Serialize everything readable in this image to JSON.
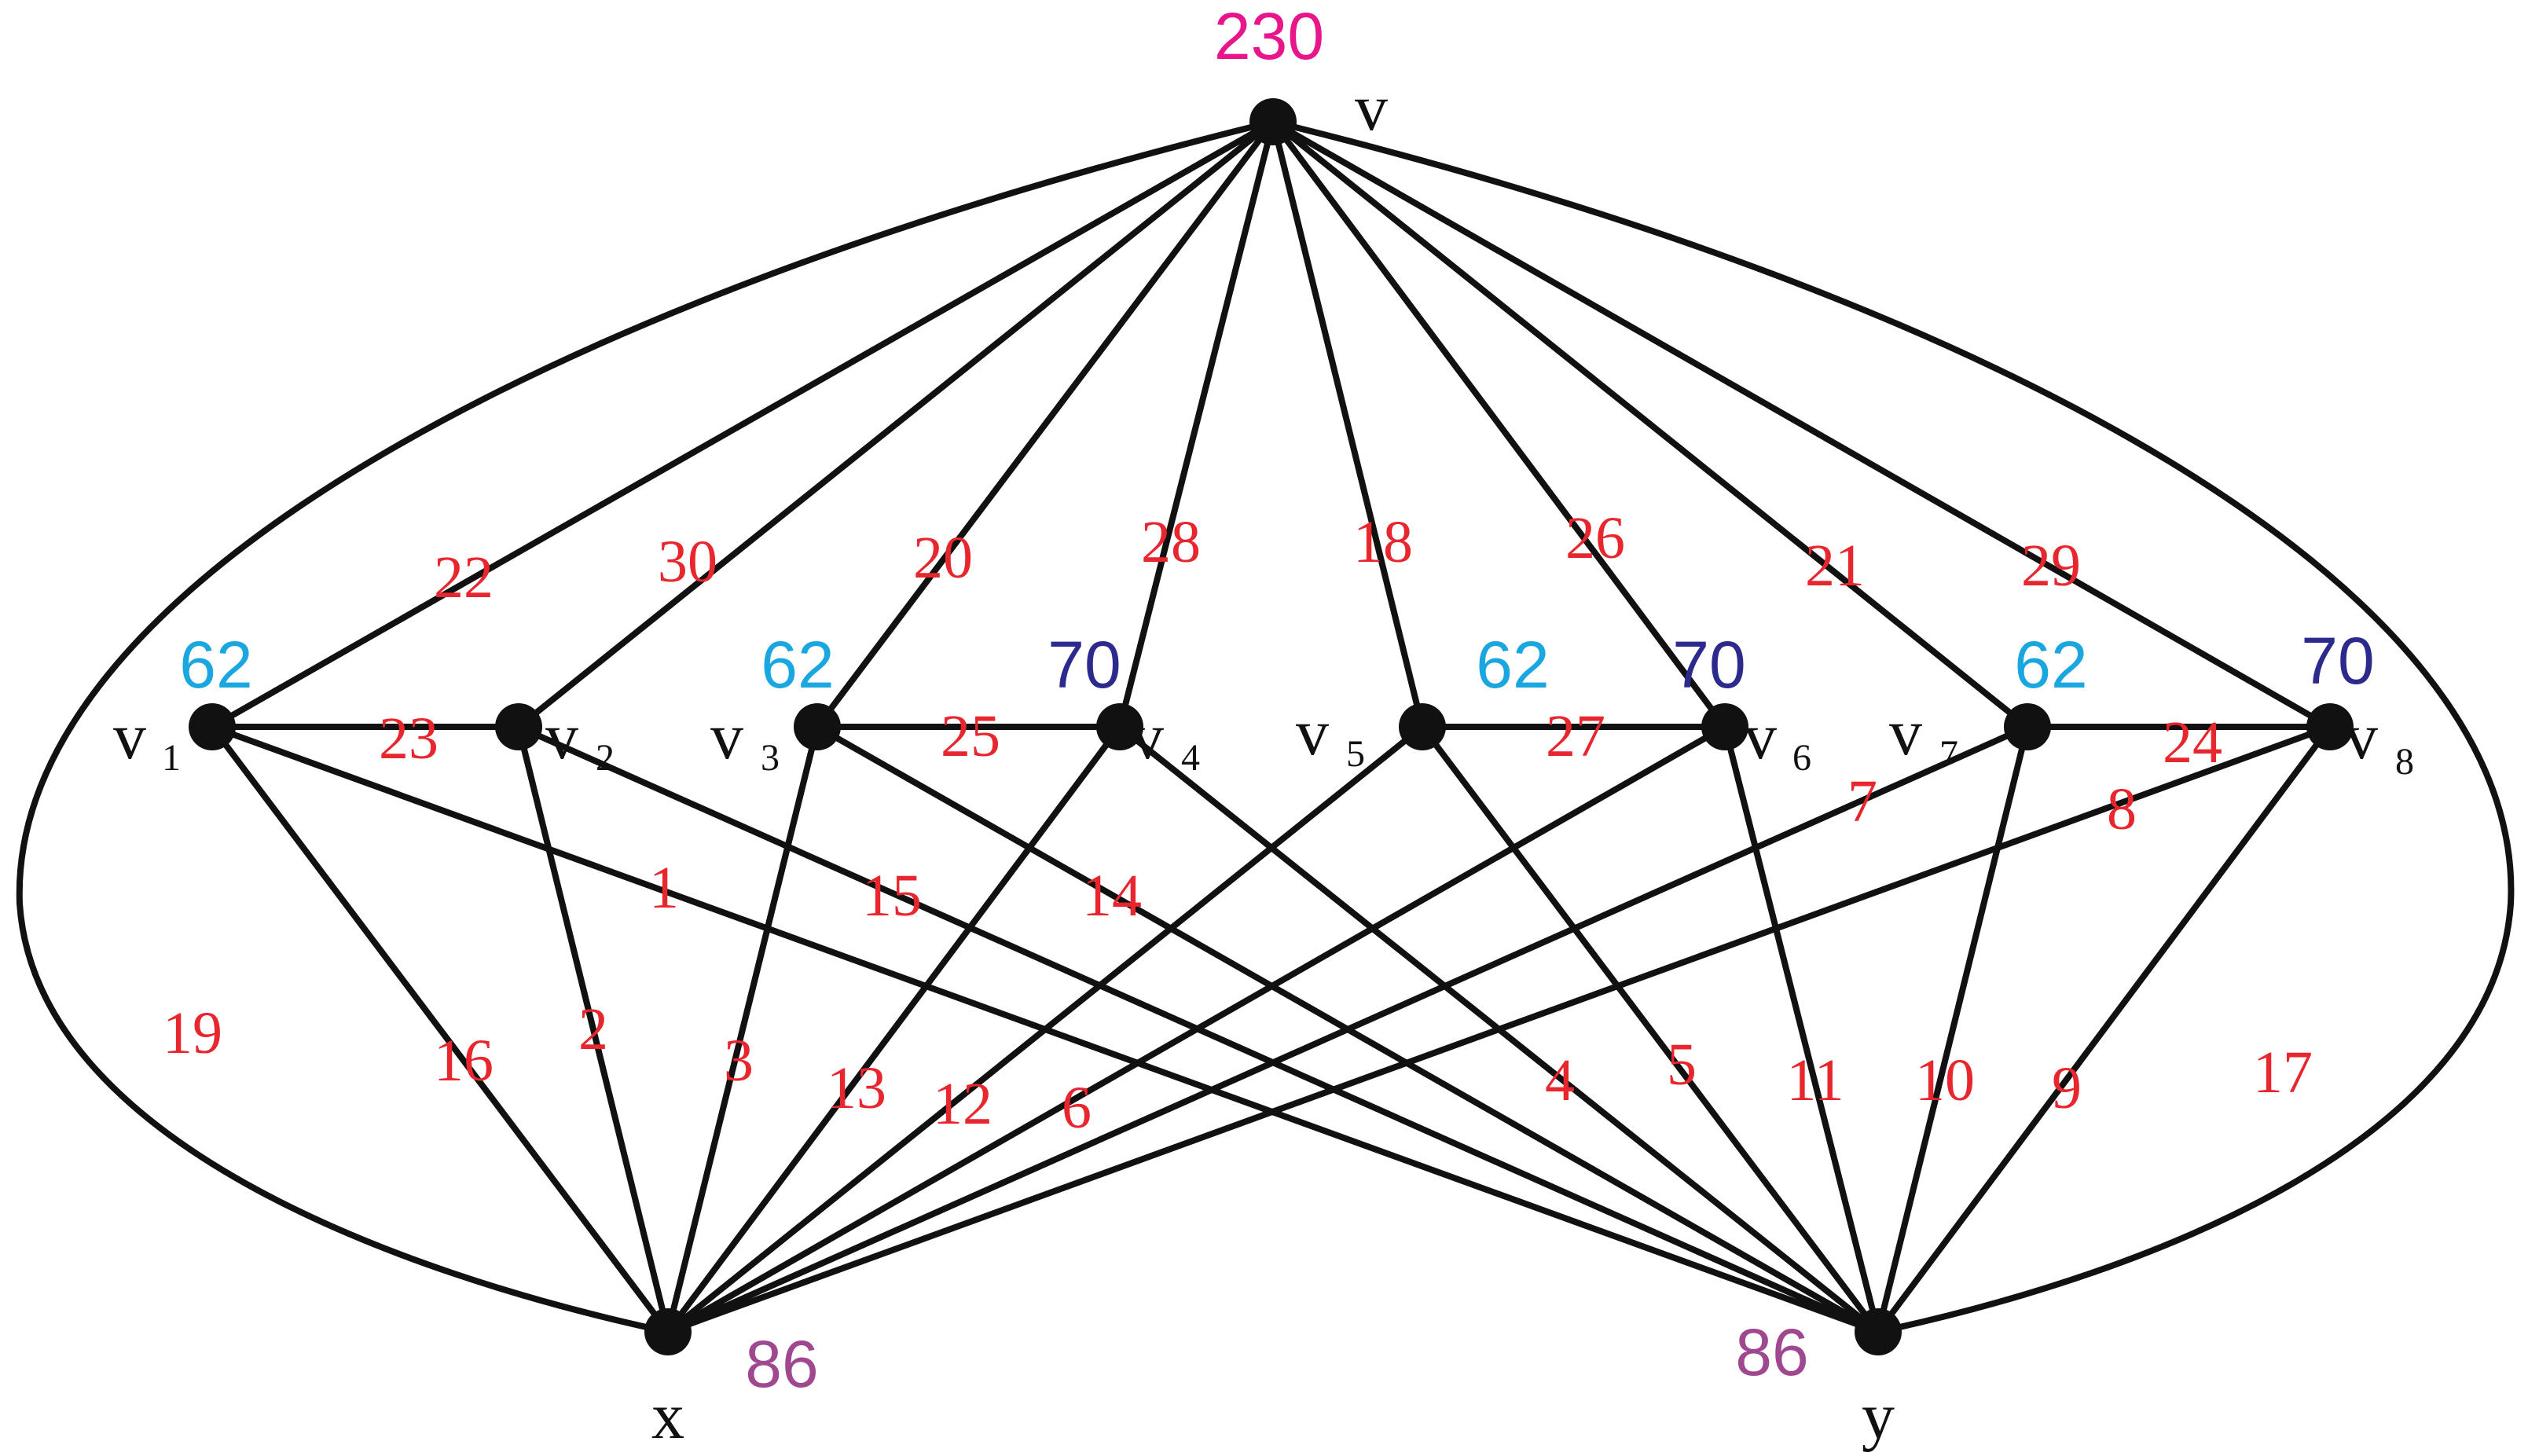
{
  "colors": {
    "edge": "#111111",
    "node": "#111111",
    "edge_label": "#e8262d",
    "weight_top": "#e8168a",
    "weight_cyan": "#1aa7e0",
    "weight_navy": "#2c2a8c",
    "weight_purple": "#a0488f"
  },
  "vertices": [
    {
      "id": "v",
      "name": "v",
      "sub": "",
      "weight": "230",
      "weight_color": "weight_top"
    },
    {
      "id": "v1",
      "name": "v",
      "sub": "1",
      "weight": "62",
      "weight_color": "weight_cyan"
    },
    {
      "id": "v2",
      "name": "v",
      "sub": "2",
      "weight": "",
      "weight_color": ""
    },
    {
      "id": "v3",
      "name": "v",
      "sub": "3",
      "weight": "62",
      "weight_color": "weight_cyan"
    },
    {
      "id": "v4",
      "name": "v",
      "sub": "4",
      "weight": "70",
      "weight_color": "weight_navy"
    },
    {
      "id": "v5",
      "name": "v",
      "sub": "5",
      "weight": "62",
      "weight_color": "weight_cyan"
    },
    {
      "id": "v6",
      "name": "v",
      "sub": "6",
      "weight": "70",
      "weight_color": "weight_navy"
    },
    {
      "id": "v7",
      "name": "v",
      "sub": "7",
      "weight": "62",
      "weight_color": "weight_cyan"
    },
    {
      "id": "v8",
      "name": "v",
      "sub": "8",
      "weight": "70",
      "weight_color": "weight_navy"
    },
    {
      "id": "x",
      "name": "x",
      "sub": "",
      "weight": "86",
      "weight_color": "weight_purple"
    },
    {
      "id": "y",
      "name": "y",
      "sub": "",
      "weight": "86",
      "weight_color": "weight_purple"
    }
  ],
  "edges": [
    {
      "from": "v",
      "to": "v1",
      "label": "22"
    },
    {
      "from": "v",
      "to": "v2",
      "label": "30"
    },
    {
      "from": "v",
      "to": "v3",
      "label": "20"
    },
    {
      "from": "v",
      "to": "v4",
      "label": "28"
    },
    {
      "from": "v",
      "to": "v5",
      "label": "18"
    },
    {
      "from": "v",
      "to": "v6",
      "label": "26"
    },
    {
      "from": "v",
      "to": "v7",
      "label": "21"
    },
    {
      "from": "v",
      "to": "v8",
      "label": "29"
    },
    {
      "from": "v",
      "to": "x",
      "label": "19",
      "curved": true
    },
    {
      "from": "v",
      "to": "y",
      "label": "17",
      "curved": true
    },
    {
      "from": "v1",
      "to": "v2",
      "label": "23"
    },
    {
      "from": "v3",
      "to": "v4",
      "label": "25"
    },
    {
      "from": "v5",
      "to": "v6",
      "label": "27"
    },
    {
      "from": "v7",
      "to": "v8",
      "label": "24"
    },
    {
      "from": "v1",
      "to": "x",
      "label": "16"
    },
    {
      "from": "v1",
      "to": "y",
      "label": "1"
    },
    {
      "from": "v2",
      "to": "x",
      "label": "2"
    },
    {
      "from": "v2",
      "to": "y",
      "label": "15"
    },
    {
      "from": "v3",
      "to": "x",
      "label": "3"
    },
    {
      "from": "v3",
      "to": "y",
      "label": "14"
    },
    {
      "from": "v4",
      "to": "x",
      "label": "13"
    },
    {
      "from": "v4",
      "to": "y",
      "label": "4"
    },
    {
      "from": "v5",
      "to": "x",
      "label": "12"
    },
    {
      "from": "v5",
      "to": "y",
      "label": "5"
    },
    {
      "from": "v6",
      "to": "x",
      "label": "6"
    },
    {
      "from": "v6",
      "to": "y",
      "label": "11"
    },
    {
      "from": "v7",
      "to": "x",
      "label": "7"
    },
    {
      "from": "v7",
      "to": "y",
      "label": "10"
    },
    {
      "from": "v8",
      "to": "x",
      "label": "8"
    },
    {
      "from": "v8",
      "to": "y",
      "label": "9"
    }
  ]
}
